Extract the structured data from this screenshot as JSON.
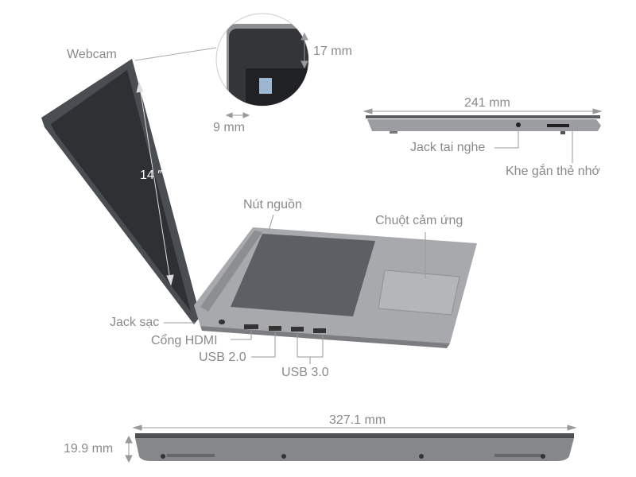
{
  "labels": {
    "webcam": "Webcam",
    "screen_size": "14 ″",
    "bezel_top": "17 mm",
    "bezel_side": "9 mm",
    "depth": "241 mm",
    "headphone_jack": "Jack tai nghe",
    "card_slot": "Khe gắn thẻ nhớ",
    "power_button": "Nút nguồn",
    "touchpad": "Chuột cảm ứng",
    "charging_jack": "Jack sạc",
    "hdmi_port": "Cổng HDMI",
    "usb2": "USB 2.0",
    "usb3": "USB 3.0",
    "width": "327.1 mm",
    "thickness": "19.9 mm"
  },
  "colors": {
    "label": "#8a8a8a",
    "leader_line": "#9a9a9a",
    "lid": "#4a4d52",
    "screen": "#2e3034",
    "chassis": "#a7a9ac"
  }
}
